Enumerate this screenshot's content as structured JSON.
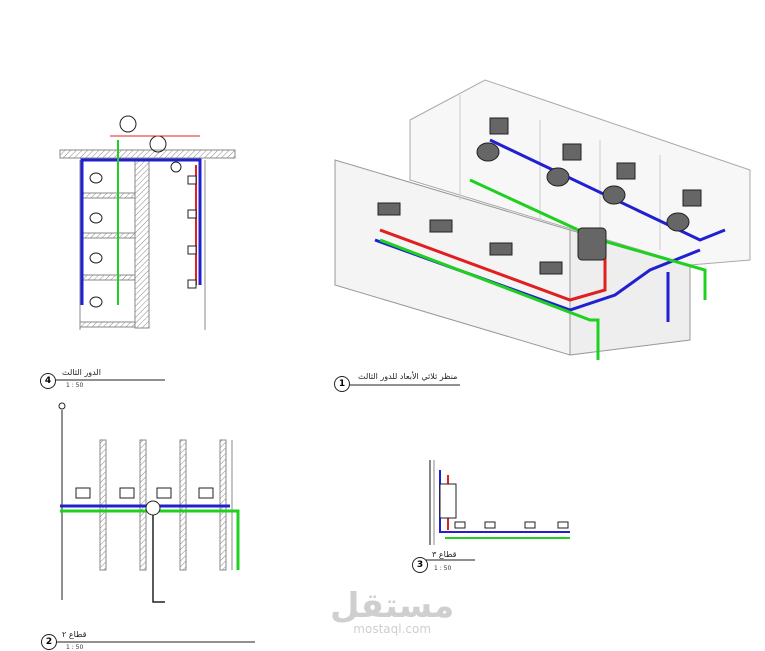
{
  "views": [
    {
      "number": "4",
      "title": "الدور الثالث",
      "scale": "1 : 50"
    },
    {
      "number": "1",
      "title": "منظر ثلاثي الأبعاد للدور الثالث",
      "scale": ""
    },
    {
      "number": "2",
      "title": "قطاع ٢",
      "scale": "1 : 50"
    },
    {
      "number": "3",
      "title": "قطاع ٣",
      "scale": "1 : 50"
    }
  ],
  "watermark": {
    "arabic": "مستقل",
    "latin": "mostaql.com"
  },
  "colors": {
    "hot": "#e02020",
    "cold": "#2020d0",
    "drain": "#20d020",
    "wall": "#999999"
  }
}
